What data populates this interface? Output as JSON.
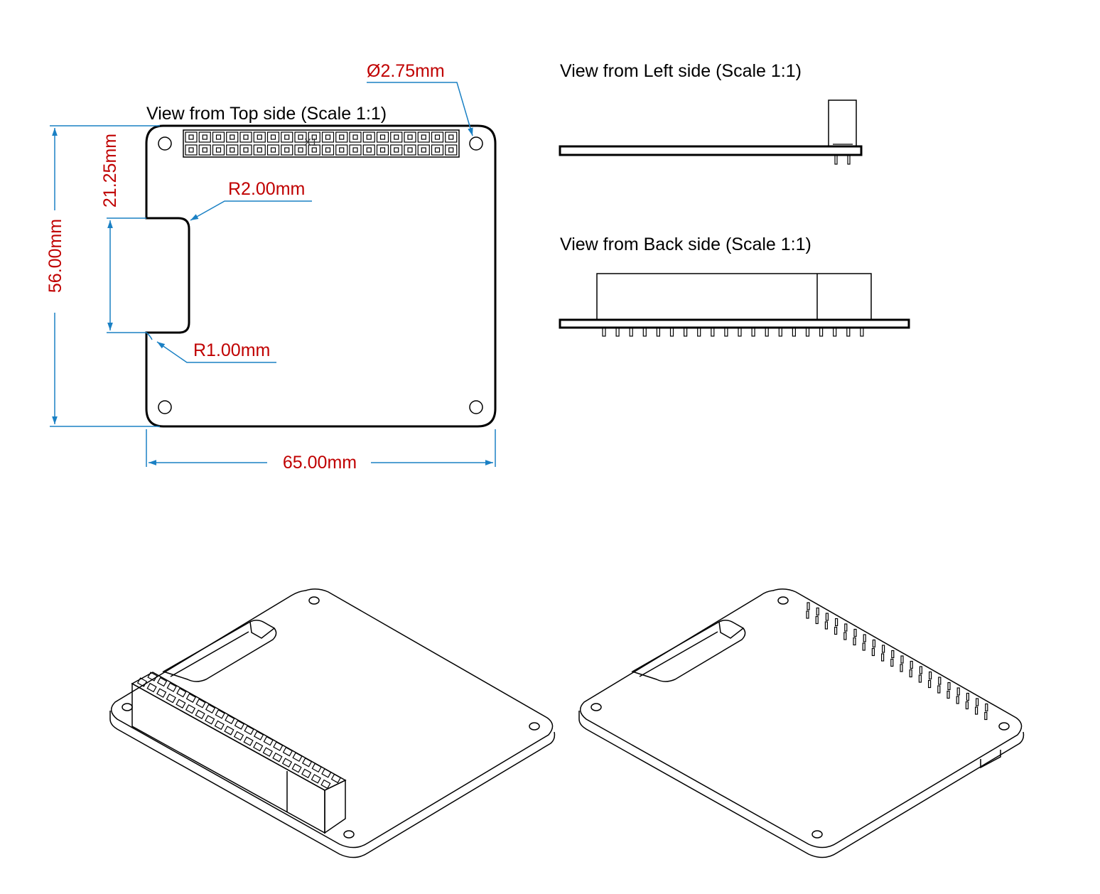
{
  "views": {
    "top": "View from Top side (Scale 1:1)",
    "left": "View from Left side (Scale 1:1)",
    "back": "View from Back side (Scale 1:1)"
  },
  "dimensions": {
    "hole_diameter": "Ø2.75mm",
    "slot_radius_large": "R2.00mm",
    "slot_radius_small": "R1.00mm",
    "slot_offset": "21.25mm",
    "board_height": "56.00mm",
    "board_width": "65.00mm"
  },
  "connector_label": "X1",
  "colors": {
    "outline": "#000000",
    "dimension_line": "#1a80c4",
    "dimension_text": "#c00000"
  }
}
